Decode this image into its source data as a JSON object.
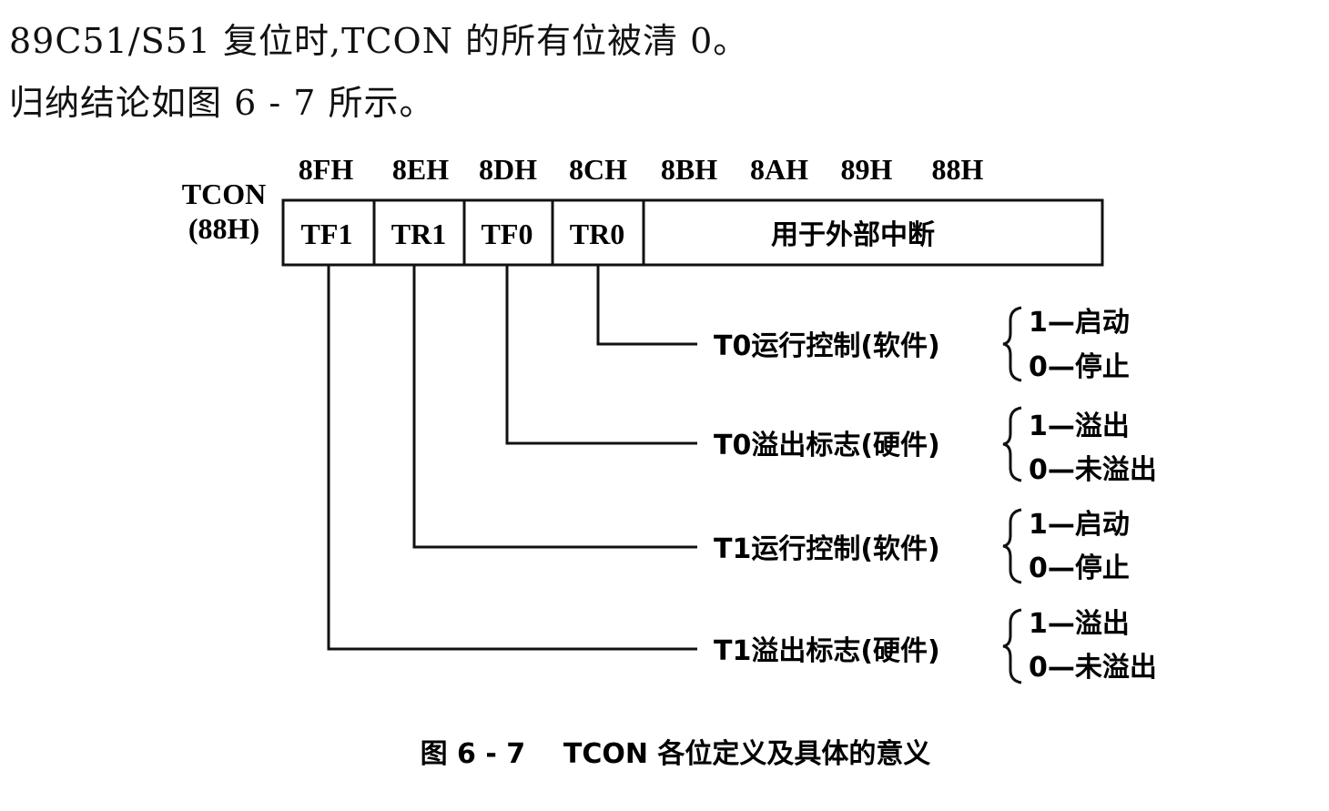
{
  "text": {
    "line1": "89C51/S51 复位时,TCON 的所有位被清 0。",
    "line2": "归纳结论如图 6 - 7 所示。"
  },
  "diagram": {
    "register_name": "TCON",
    "register_address": "(88H)",
    "bit_addresses": [
      "8FH",
      "8EH",
      "8DH",
      "8CH",
      "8BH",
      "8AH",
      "89H",
      "88H"
    ],
    "bits": {
      "tf1": "TF1",
      "tr1": "TR1",
      "tf0": "TF0",
      "tr0": "TR0",
      "external_interrupt": "用于外部中断"
    },
    "descriptions": {
      "tr0": {
        "label": "T0运行控制(软件)",
        "opt1": "1—启动",
        "opt0": "0—停止"
      },
      "tf0": {
        "label": "T0溢出标志(硬件)",
        "opt1": "1—溢出",
        "opt0": "0—未溢出"
      },
      "tr1": {
        "label": "T1运行控制(软件)",
        "opt1": "1—启动",
        "opt0": "0—停止"
      },
      "tf1": {
        "label": "T1溢出标志(硬件)",
        "opt1": "1—溢出",
        "opt0": "0—未溢出"
      }
    },
    "caption": "图 6 - 7    TCON 各位定义及具体的意义"
  }
}
